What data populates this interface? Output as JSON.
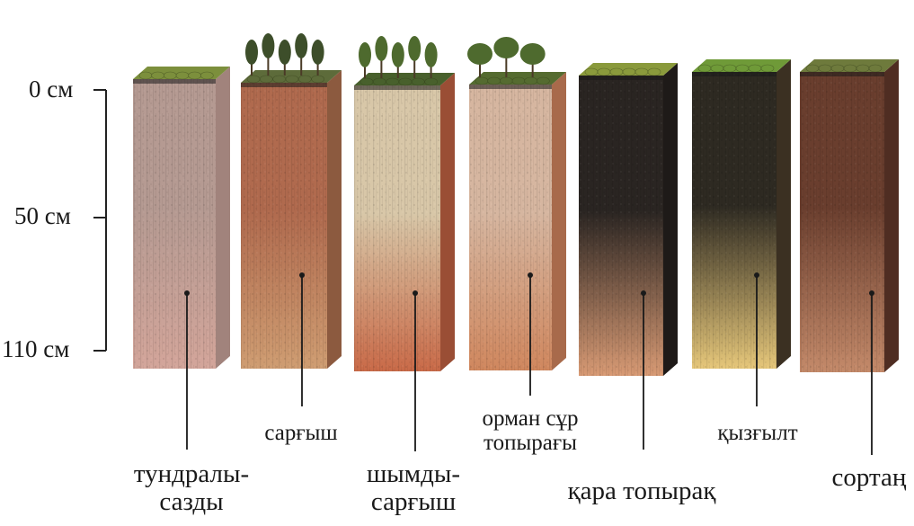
{
  "scale": {
    "ticks": [
      {
        "label": "0 см"
      },
      {
        "label": "50 см"
      },
      {
        "label": "110 см"
      }
    ]
  },
  "soils": [
    {
      "label": "тундралы-\nсазды",
      "colors": {
        "top": "#7c8f3c",
        "upper": "#b59a92",
        "lower": "#d3a59a",
        "side": "#a1837c"
      }
    },
    {
      "label": "сарғыш",
      "colors": {
        "top": "#5d6b3a",
        "upper": "#b06a4e",
        "lower": "#cf9d72",
        "side": "#8c5a3f"
      }
    },
    {
      "label": "шымды-\nсарғыш",
      "colors": {
        "top": "#48602c",
        "upper": "#d8c7a8",
        "lower": "#c96a48",
        "side": "#9a4e35"
      }
    },
    {
      "label": "орман сұр\nтопырағы",
      "colors": {
        "top": "#556b30",
        "upper": "#d6b6a0",
        "lower": "#d0875e",
        "side": "#a86a4b"
      }
    },
    {
      "label": "қара топырақ",
      "colors": {
        "top": "#8a9a3c",
        "upper": "#2a2522",
        "lower": "#d89a74",
        "side": "#1e1a18"
      }
    },
    {
      "label": "қызғылт",
      "colors": {
        "top": "#6f9a38",
        "upper": "#2e2a22",
        "lower": "#e6c77a",
        "side": "#3b3022"
      }
    },
    {
      "label": "сортаң",
      "colors": {
        "top": "#6e7a3c",
        "upper": "#6a3e2e",
        "lower": "#c48a6a",
        "side": "#4f2d22"
      }
    }
  ]
}
